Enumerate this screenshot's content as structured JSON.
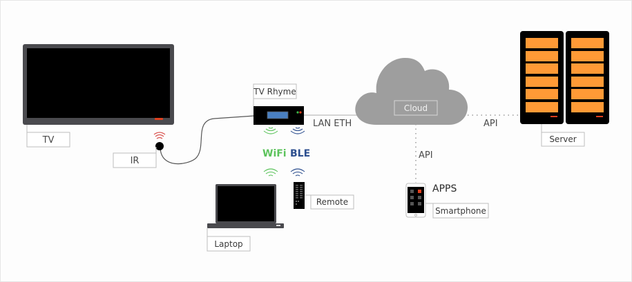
{
  "diagram": {
    "title": "TV Rhyme connectivity diagram",
    "nodes": {
      "tv": {
        "label": "TV"
      },
      "ir": {
        "label": "IR"
      },
      "tv_rhyme": {
        "label": "TV Rhyme"
      },
      "laptop": {
        "label": "Laptop"
      },
      "remote": {
        "label": "Remote"
      },
      "cloud": {
        "label": "Cloud"
      },
      "smartphone": {
        "label": "Smartphone",
        "caption": "APPS"
      },
      "server": {
        "label": "Server"
      }
    },
    "links": {
      "lan": {
        "label": "LAN ETH"
      },
      "api_server": {
        "label": "API"
      },
      "api_phone": {
        "label": "API"
      },
      "wifi": {
        "label": "WiFi"
      },
      "ble": {
        "label": "BLE"
      }
    },
    "colors": {
      "ir_signal": "#d9534f",
      "wifi": "#5cc35c",
      "ble": "#2d4f8f",
      "cloud": "#9e9e9e",
      "server_slot": "#ff9a36",
      "led": "#e0401e",
      "device_screen_accent": "#4a7fc1"
    }
  }
}
